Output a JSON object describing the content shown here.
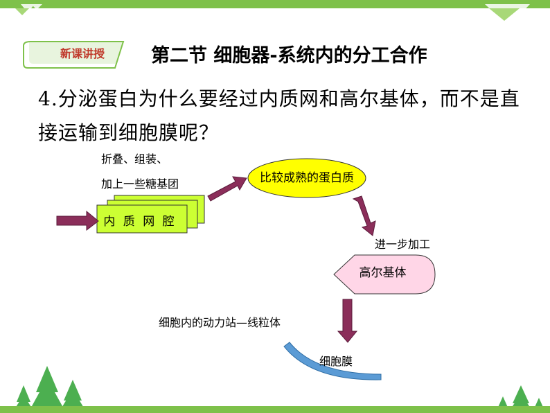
{
  "header": {
    "badge": "新课讲授",
    "title": "第二节 细胞器-系统内的分工合作"
  },
  "question": "4.分泌蛋白为什么要经过内质网和高尔基体，而不是直接运输到细胞膜呢？",
  "diagram": {
    "step_label_line1": "折叠、组装、",
    "step_label_line2": "加上一些糖基团",
    "er": "内 质 网 腔",
    "protein": "比较成熟的蛋白质",
    "further_processing": "进一步加工",
    "golgi": "高尔基体",
    "mitochondria_note": "细胞内的动力站—线粒体",
    "membrane": "细胞膜"
  },
  "colors": {
    "accent_green": "#7ec14a",
    "badge_text": "#c0392b",
    "er_fill": "#ccff33",
    "protein_fill": "#ffff00",
    "golgi_fill": "#ffd6e7",
    "arrow": "#8b2e5a",
    "membrane": "#5b9bd5"
  },
  "icons": [
    "triangle-decoration-icon",
    "tree-icon"
  ]
}
